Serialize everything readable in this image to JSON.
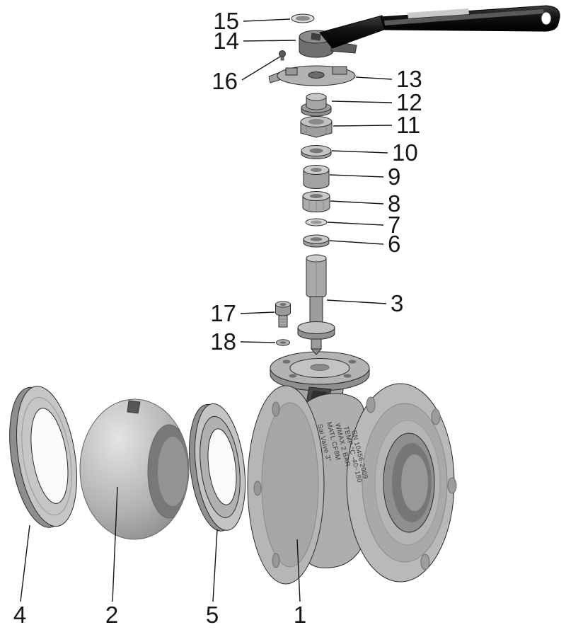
{
  "diagram": {
    "callouts": {
      "c1": "1",
      "c2": "2",
      "c3": "3",
      "c4": "4",
      "c5": "5",
      "c6": "6",
      "c7": "7",
      "c8": "8",
      "c9": "9",
      "c10": "10",
      "c11": "11",
      "c12": "12",
      "c13": "13",
      "c14": "14",
      "c15": "15",
      "c16": "16",
      "c17": "17",
      "c18": "18"
    },
    "body_markings": {
      "line1": "Sai Valve 3\"",
      "line2": "MATL CF8M",
      "line3": "WMAX 2 BAR",
      "line4": "TEMP °C -40~180",
      "line5": "EN 10456-2009"
    },
    "colors": {
      "metal_light": "#c9c9c9",
      "metal_mid": "#a8a8a8",
      "metal_dark": "#7d7d7d",
      "handle_dark": "#161616",
      "outline": "#2b2b2b"
    }
  }
}
